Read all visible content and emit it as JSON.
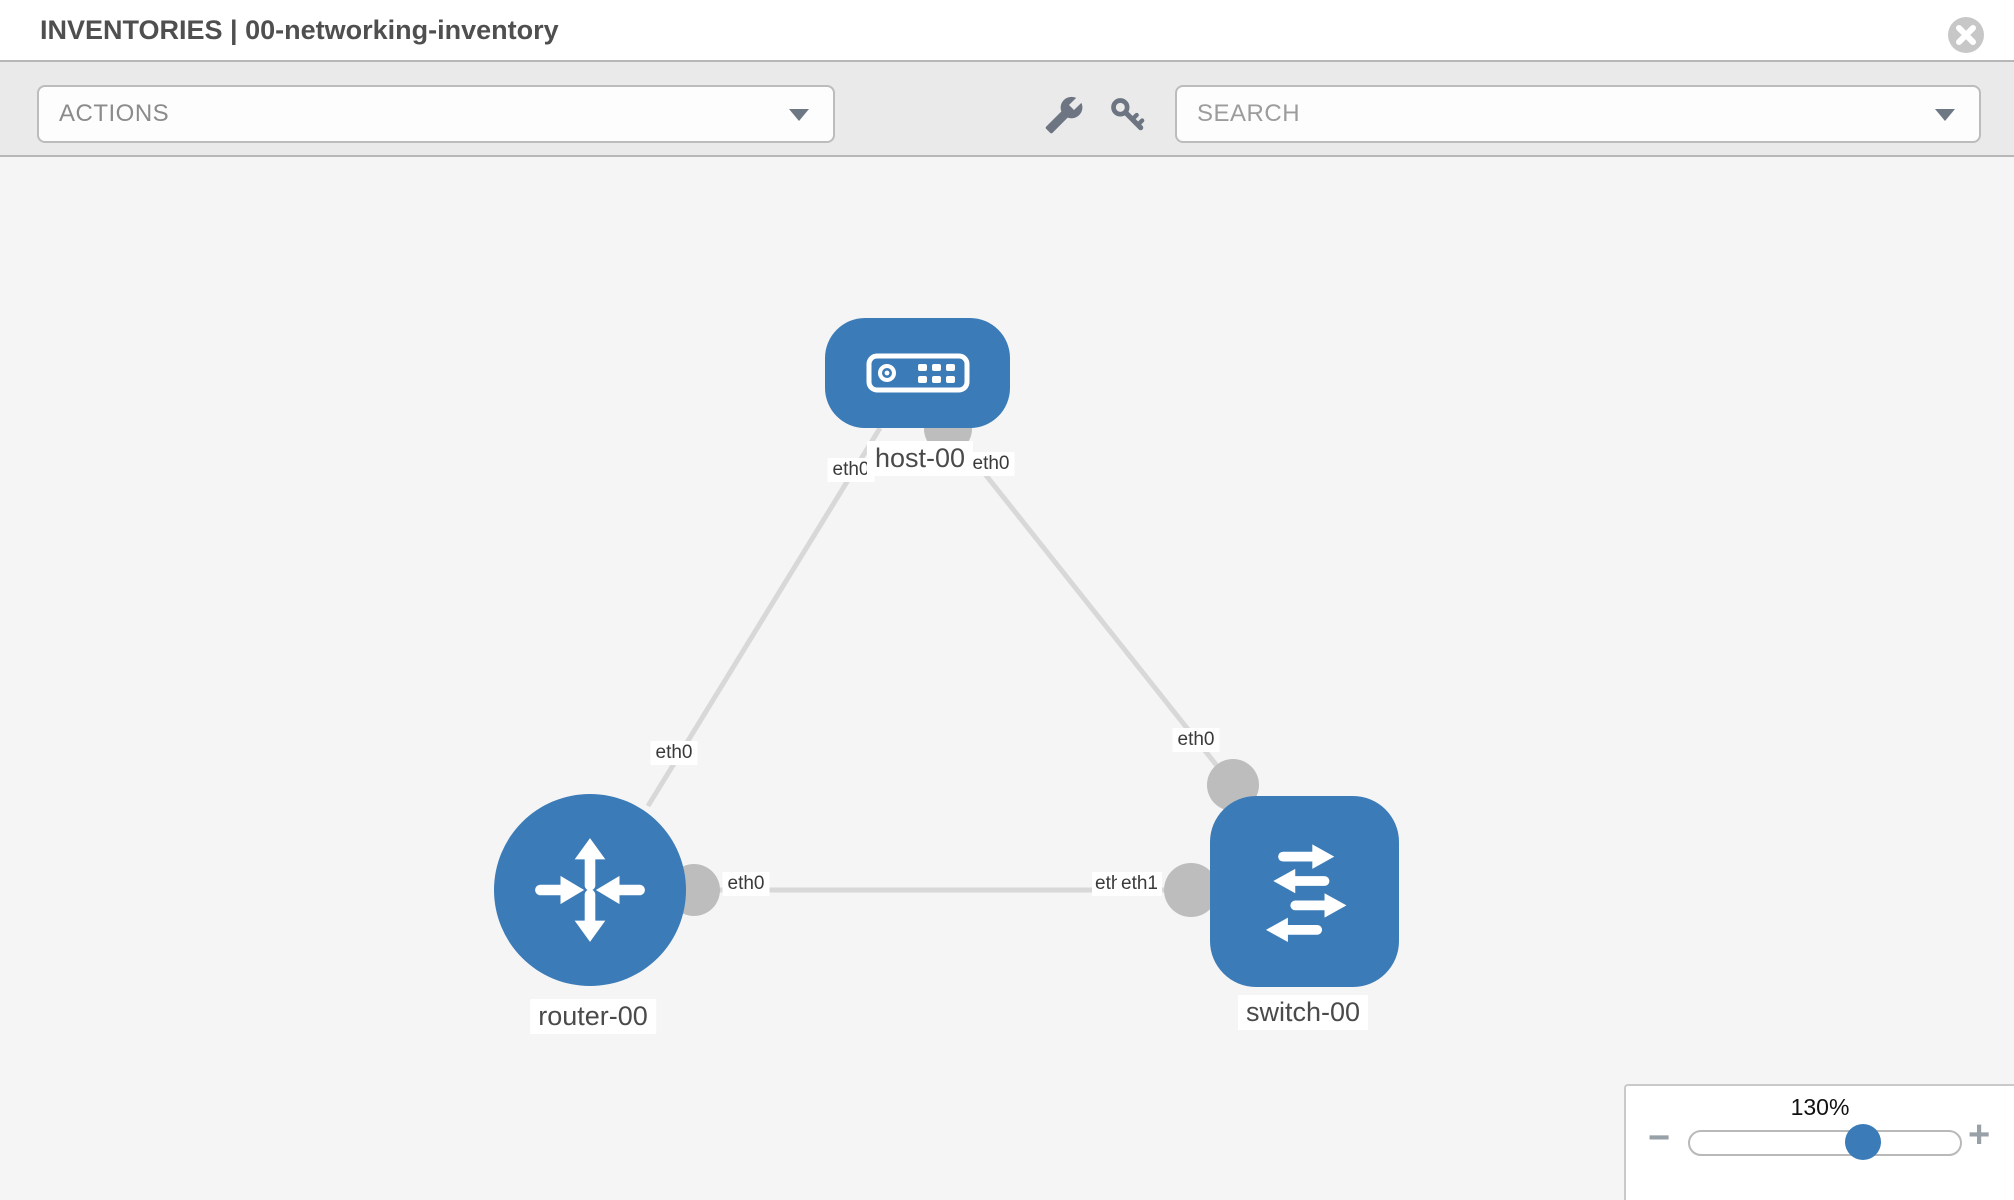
{
  "header": {
    "title": "INVENTORIES | 00-networking-inventory"
  },
  "toolbar": {
    "actions_label": "ACTIONS",
    "search_label": "SEARCH"
  },
  "topology": {
    "nodes": [
      {
        "label": "host-00",
        "type": "host"
      },
      {
        "label": "router-00",
        "type": "router"
      },
      {
        "label": "switch-00",
        "type": "switch"
      }
    ],
    "links": [
      {
        "from": "host-00",
        "to": "router-00",
        "label_from": "eth0",
        "label_to": "eth0"
      },
      {
        "from": "host-00",
        "to": "switch-00",
        "label_from": "eth0",
        "label_to": "eth0"
      },
      {
        "from": "router-00",
        "to": "switch-00",
        "label_from": "eth0",
        "label_to": "eth1",
        "label_to_under": "eth0"
      }
    ]
  },
  "zoom_control": {
    "level_label": "130%",
    "minus_label": "−",
    "plus_label": "+"
  },
  "colors": {
    "node_blue": "#3b7bb8",
    "link_gray": "#d8d8d8",
    "interface_gray": "#bdbdbd",
    "canvas_bg": "#f5f5f5",
    "toolbar_bg": "#eaeaea"
  }
}
